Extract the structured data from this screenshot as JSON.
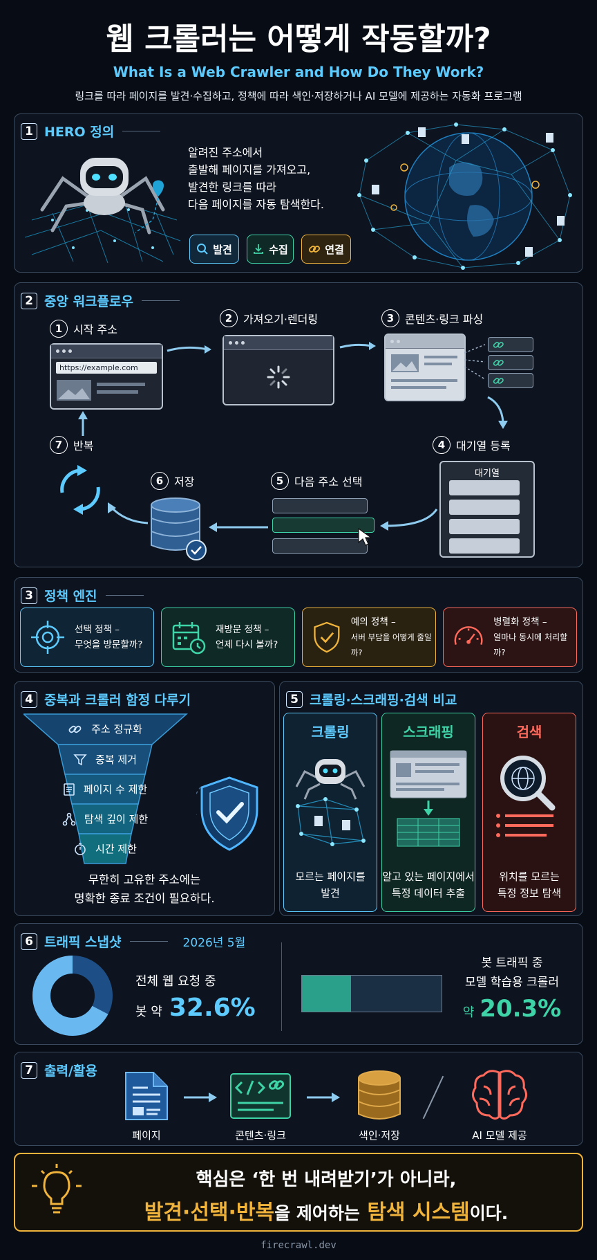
{
  "header": {
    "title": "웹 크롤러는 어떻게 작동할까?",
    "subtitle": "What Is a Web Crawler and How Do They Work?",
    "description": "링크를 따라 페이지를 발견·수집하고, 정책에 따라 색인·저장하거나 AI 모델에 제공하는 자동화 프로그램"
  },
  "s1": {
    "num": "1",
    "title": "HERO 정의",
    "text_lines": [
      "알려진 주소에서",
      "출발해 페이지를 가져오고,",
      "발견한 링크를 따라",
      "다음 페이지를 자동 탐색한다."
    ],
    "pills": [
      {
        "label": "발견",
        "icon": "search-icon",
        "color": "#5ecbff"
      },
      {
        "label": "수집",
        "icon": "download-icon",
        "color": "#3fd3a8"
      },
      {
        "label": "연결",
        "icon": "link-icon",
        "color": "#f0b43c"
      }
    ]
  },
  "s2": {
    "num": "2",
    "title": "중앙 워크플로우",
    "steps": [
      {
        "num": "1",
        "label": "시작 주소"
      },
      {
        "num": "2",
        "label": "가져오기·렌더링"
      },
      {
        "num": "3",
        "label": "콘텐츠·링크 파싱"
      },
      {
        "num": "4",
        "label": "대기열 등록"
      },
      {
        "num": "5",
        "label": "다음 주소 선택"
      },
      {
        "num": "6",
        "label": "저장"
      },
      {
        "num": "7",
        "label": "반복"
      }
    ],
    "url": "https://example.com",
    "queue_title": "대기열"
  },
  "s3": {
    "num": "3",
    "title": "정책 엔진",
    "policies": [
      {
        "line1": "선택 정책 –",
        "line2": "무엇을 방문할까?",
        "icon": "target-icon",
        "color": "#5ecbff"
      },
      {
        "line1": "재방문 정책 –",
        "line2": "언제 다시 볼까?",
        "icon": "calendar-clock-icon",
        "color": "#3fd3a8"
      },
      {
        "line1": "예의 정책 –",
        "line2": "서버 부담을 어떻게 줄일까?",
        "icon": "shield-check-icon",
        "color": "#f0b43c"
      },
      {
        "line1": "병렬화 정책 –",
        "line2": "얼마나 동시에 처리할까?",
        "icon": "gauge-icon",
        "color": "#ff6a5c"
      }
    ]
  },
  "s4": {
    "num": "4",
    "title": "중복과 크롤러 함정 다루기",
    "items": [
      {
        "label": "주소 정규화",
        "icon": "link-icon"
      },
      {
        "label": "중복 제거",
        "icon": "filter-icon"
      },
      {
        "label": "페이지 수 제한",
        "icon": "page-icon"
      },
      {
        "label": "탐색 깊이 제한",
        "icon": "hierarchy-icon"
      },
      {
        "label": "시간 제한",
        "icon": "stopwatch-icon"
      }
    ],
    "caption_lines": [
      "무한히 고유한 주소에는",
      "명확한 종료 조건이 필요하다."
    ]
  },
  "s5": {
    "num": "5",
    "title": "크롤링·스크래핑·검색 비교",
    "columns": [
      {
        "title": "크롤링",
        "lines": [
          "모르는 페이지를",
          "발견"
        ],
        "color": "#5ecbff"
      },
      {
        "title": "스크래핑",
        "lines": [
          "알고 있는 페이지에서",
          "특정 데이터 추출"
        ],
        "color": "#3fd3a8"
      },
      {
        "title": "검색",
        "lines": [
          "위치를 모르는",
          "특정 정보 탐색"
        ],
        "color": "#ff6a5c"
      }
    ]
  },
  "s6": {
    "num": "6",
    "title": "트래픽 스냅샷",
    "date": "2026년 5월",
    "left_line1": "전체 웹 요청 중",
    "left_prefix": "봇 약",
    "left_value": "32.6%",
    "right_line1": "봇 트래픽 중",
    "right_line2": "모델 학습용 크롤러",
    "right_prefix": "약",
    "right_value": "20.3%",
    "bot_share": 0.326,
    "training_share": 0.203
  },
  "s7": {
    "num": "7",
    "title": "출력/활용",
    "outputs": [
      {
        "label": "페이지",
        "icon": "document-icon"
      },
      {
        "label": "콘텐츠·링크",
        "icon": "code-link-icon"
      },
      {
        "label": "색인·저장",
        "icon": "database-icon"
      },
      {
        "label": "AI 모델 제공",
        "icon": "brain-icon"
      }
    ]
  },
  "footer": {
    "line1": "핵심은 ‘한 번 내려받기’가 아니라,",
    "line2_a": "발견·선택·반복",
    "line2_b": "을 제어하는",
    "line2_c": "탐색 시스템",
    "line2_d": "이다.",
    "credit": "firecrawl.dev"
  }
}
